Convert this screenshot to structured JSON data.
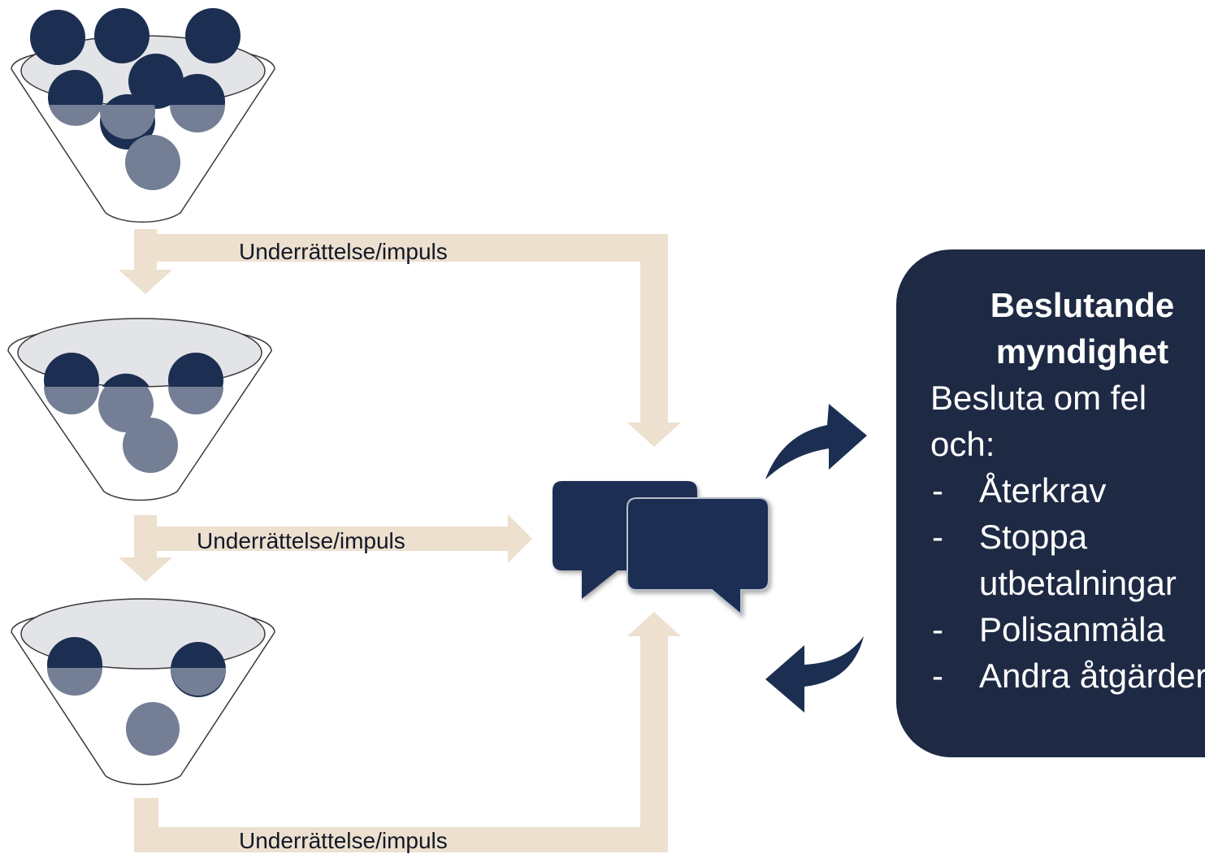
{
  "flow_labels": [
    "Underrättelse/impuls",
    "Underrättelse/impuls",
    "Underrättelse/impuls"
  ],
  "decision_box": {
    "title": "Beslutande myndighet",
    "text": "Besluta om fel och:",
    "actions": [
      "Återkrav",
      "Stoppa utbetalningar",
      "Polisanmäla",
      "Andra åtgärder"
    ]
  },
  "colors": {
    "navy": "#1c2f52",
    "slate": "#747f95",
    "arrow_beige": "#ede0cf",
    "box_bg": "#1e2a44",
    "funnel_fill": "#e3e4e8"
  },
  "icons": [
    "funnel-icon",
    "speech-bubbles-icon",
    "curved-arrow-icon"
  ]
}
